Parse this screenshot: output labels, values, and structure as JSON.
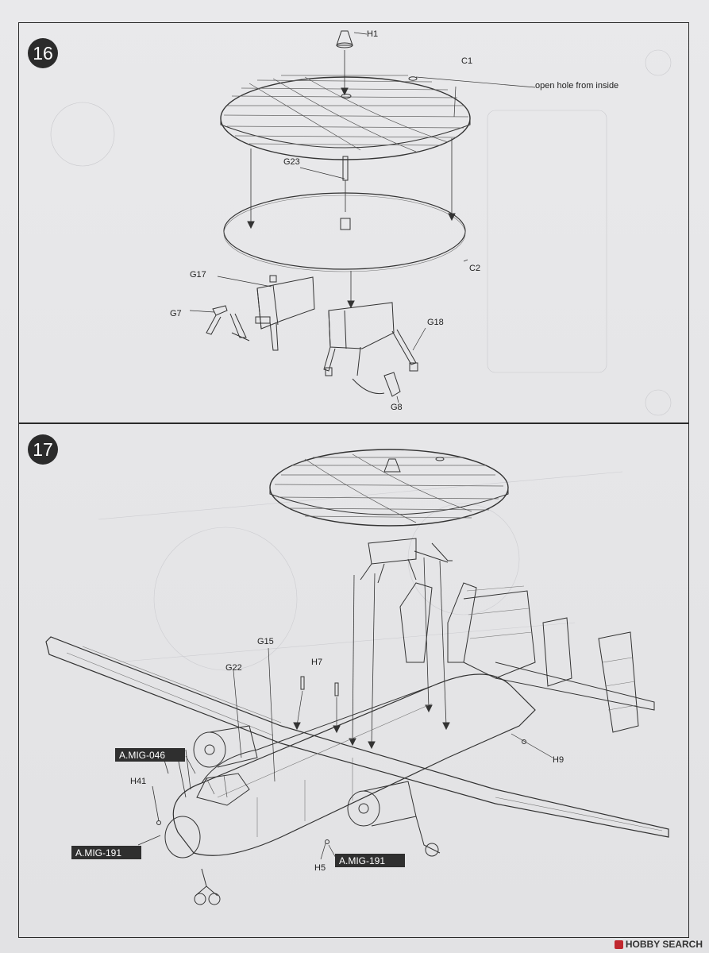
{
  "steps": [
    {
      "number": "16"
    },
    {
      "number": "17"
    }
  ],
  "step16": {
    "labels": {
      "h1": "H1",
      "c1": "C1",
      "open_hole": "open hole from inside",
      "g23": "G23",
      "c2": "C2",
      "g17": "G17",
      "g7": "G7",
      "g18": "G18",
      "g8": "G8"
    }
  },
  "step17": {
    "labels": {
      "g15": "G15",
      "g22": "G22",
      "h7": "H7",
      "h9": "H9",
      "h41": "H41",
      "h5": "H5"
    },
    "paints": {
      "mig046": "A.MIG-046",
      "mig191_left": "A.MIG-191",
      "mig191_right": "A.MIG-191"
    }
  },
  "watermark": {
    "text": "HOBBY SEARCH"
  }
}
